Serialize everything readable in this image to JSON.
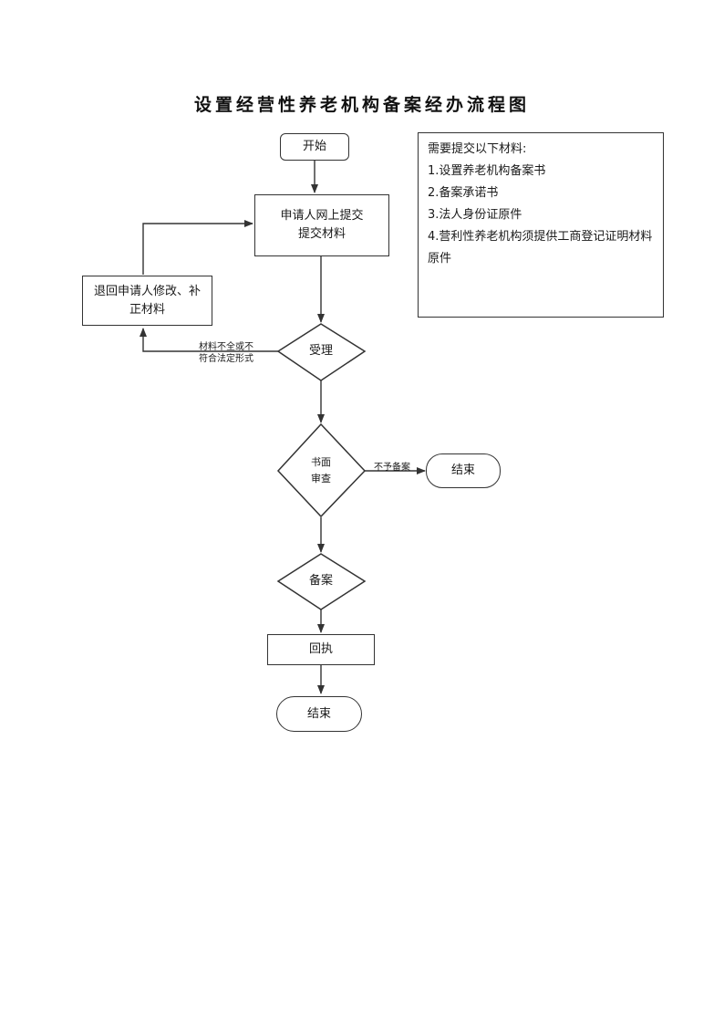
{
  "title": "设置经营性养老机构备案经办流程图",
  "nodes": {
    "start": "开始",
    "apply_line1": "申请人网上提交",
    "apply_line2": "提交材料",
    "return_line1": "退回申请人修改、补",
    "return_line2": "正材料",
    "accept": "受理",
    "review_line1": "书面",
    "review_line2": "审查",
    "end_reject": "结束",
    "record": "备案",
    "receipt": "回执",
    "end_final": "结束"
  },
  "edge_labels": {
    "incomplete_line1": "材料不全或不",
    "incomplete_line2": "符合法定形式",
    "not_recorded": "不予备案"
  },
  "requirements": {
    "heading": "需要提交以下材料:",
    "items": [
      "1.设置养老机构备案书",
      "2.备案承诺书",
      "3.法人身份证原件",
      "4.营利性养老机构须提供工商登记证明材料原件"
    ]
  }
}
